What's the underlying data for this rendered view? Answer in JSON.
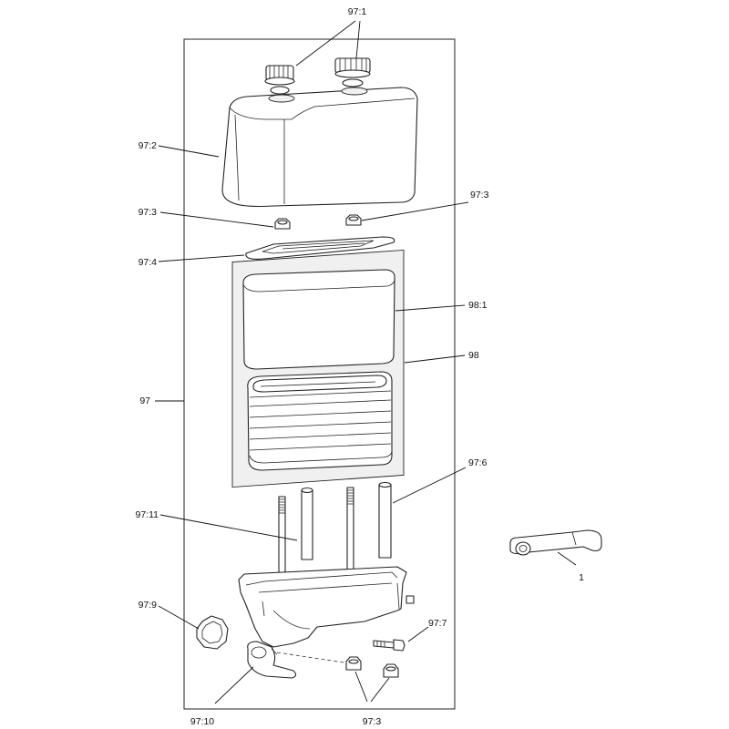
{
  "callouts": {
    "c97_1": "97:1",
    "c97_2": "97:2",
    "c97_3_left": "97:3",
    "c97_3_right": "97:3",
    "c97_4": "97:4",
    "c98_1": "98:1",
    "c98": "98",
    "c97": "97",
    "c97_6": "97:6",
    "c97_11": "97:11",
    "c1": "1",
    "c97_9": "97:9",
    "c97_7": "97:7",
    "c97_10": "97:10",
    "c97_3_bottom": "97:3"
  }
}
